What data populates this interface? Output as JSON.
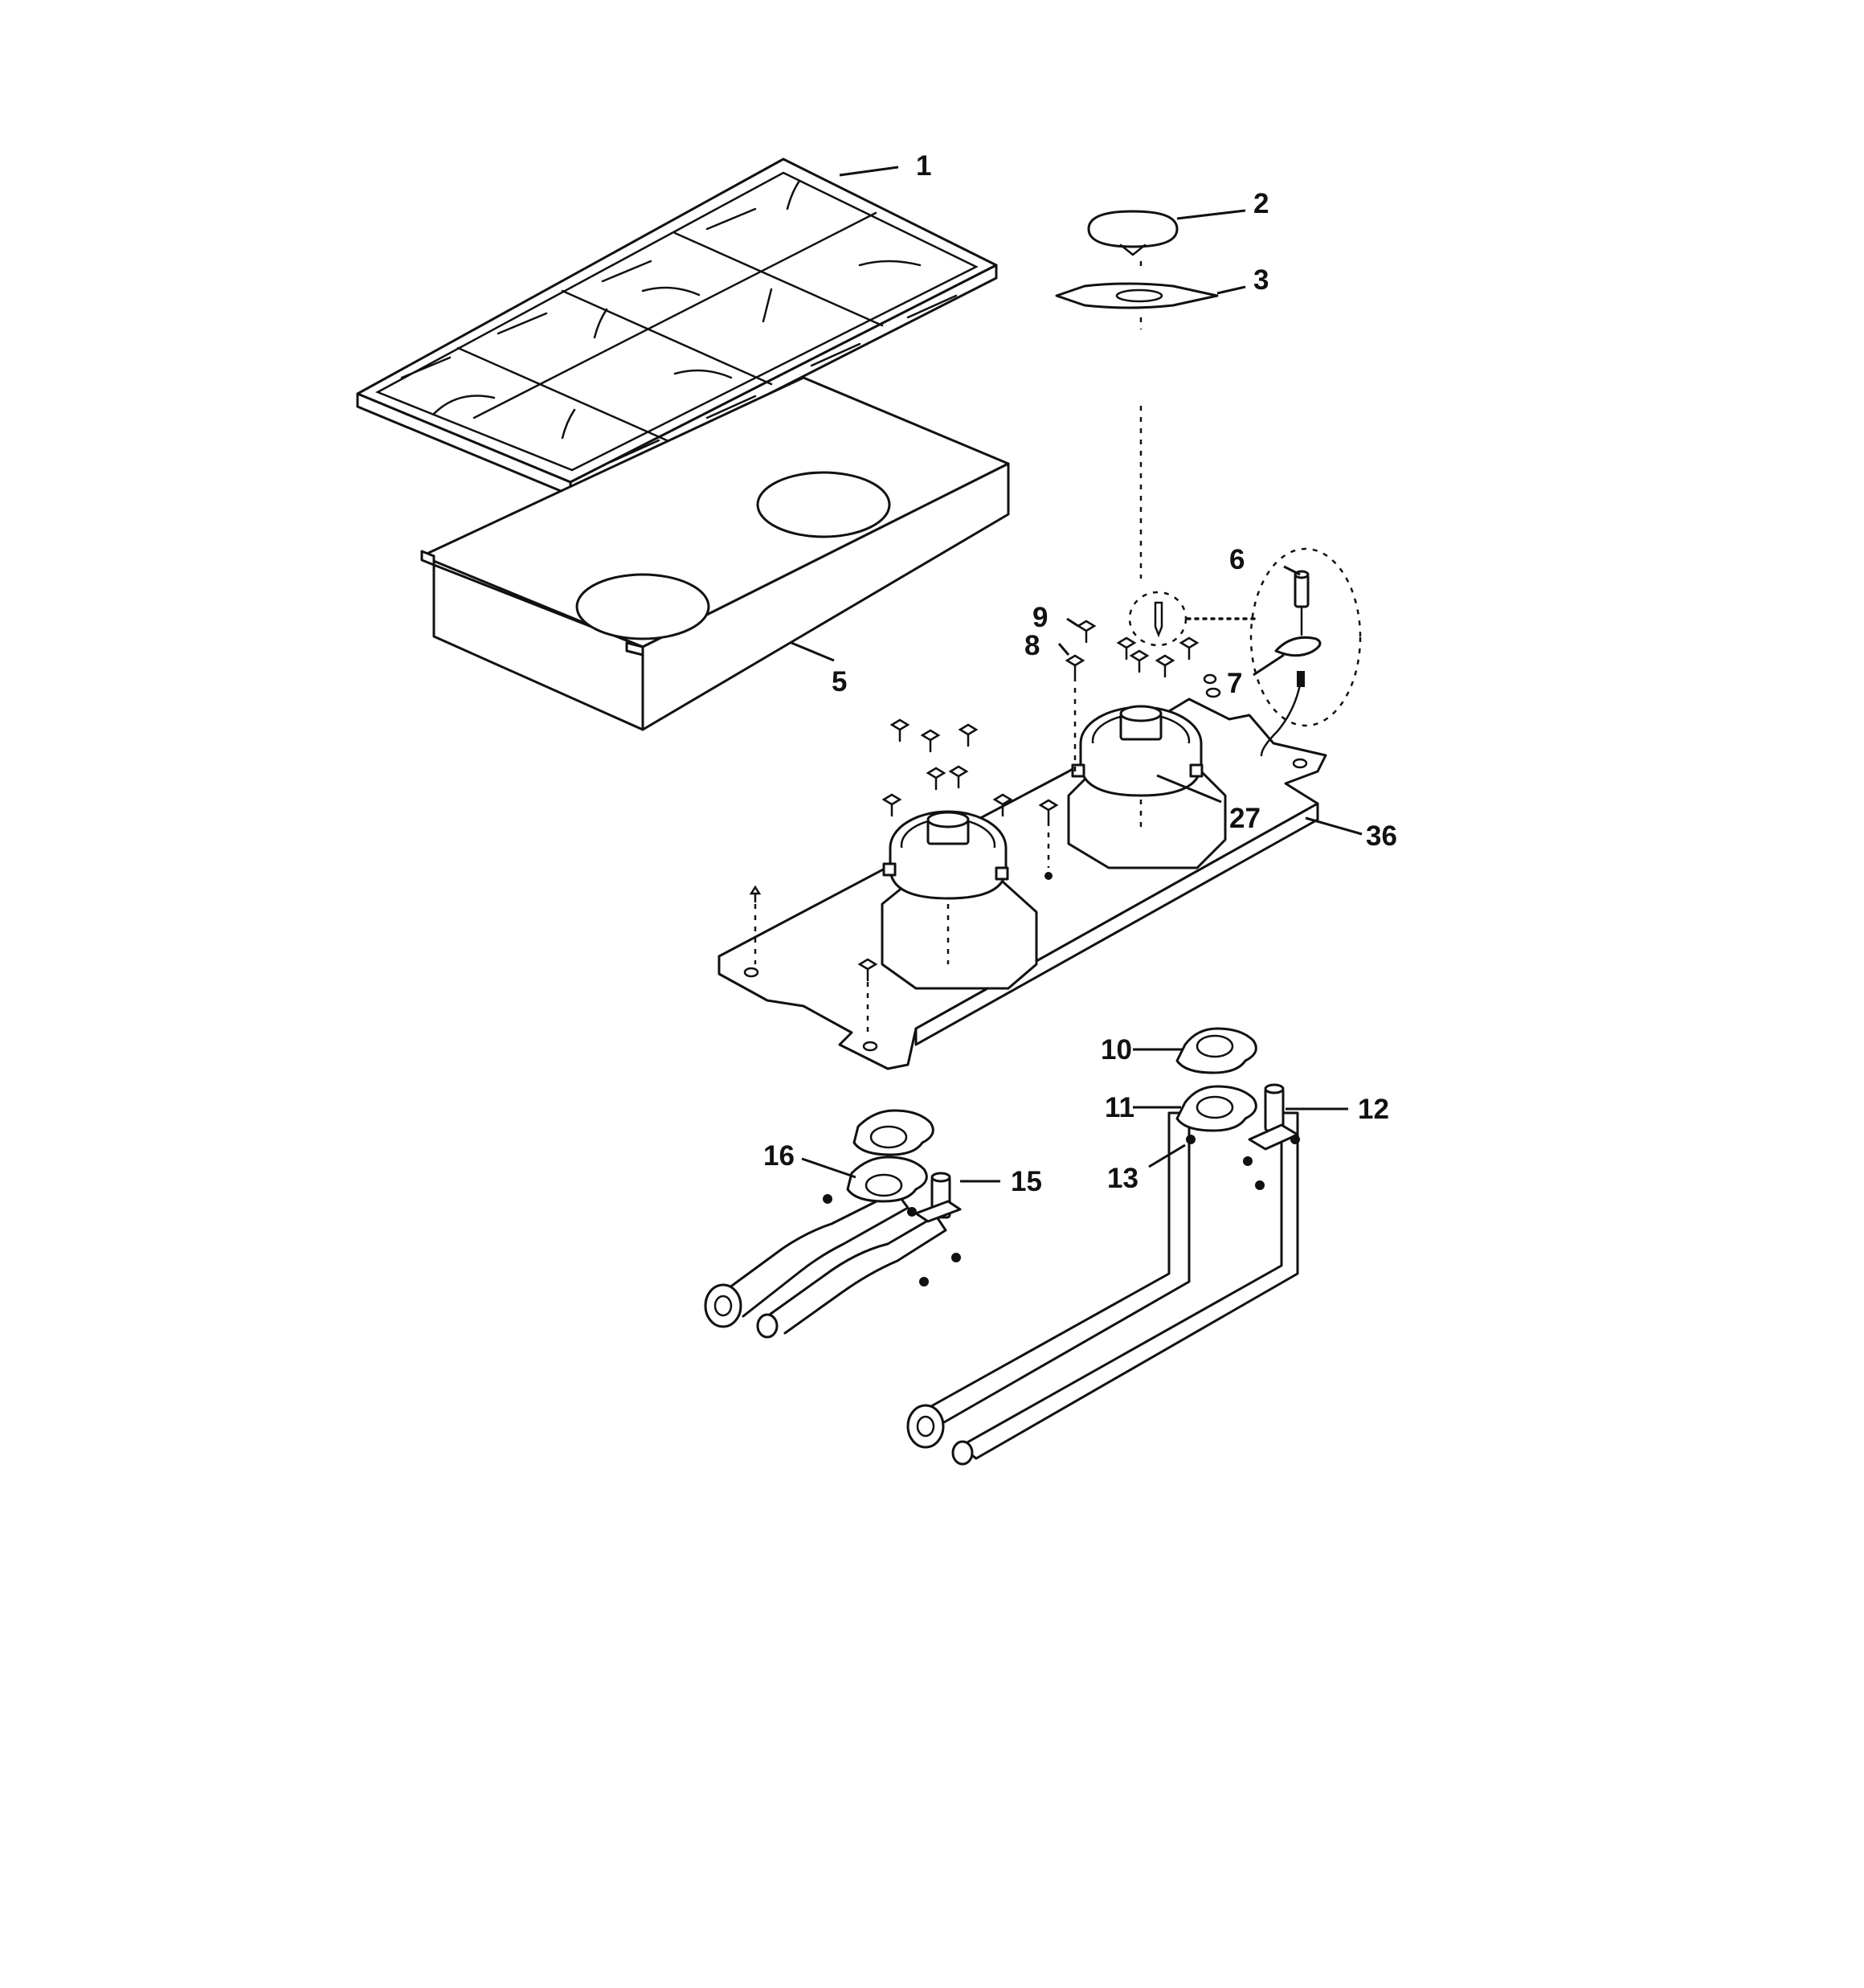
{
  "callouts": [
    {
      "id": "p1",
      "text": "1"
    },
    {
      "id": "p2",
      "text": "2"
    },
    {
      "id": "p3",
      "text": "3"
    },
    {
      "id": "p5",
      "text": "5"
    },
    {
      "id": "p6",
      "text": "6"
    },
    {
      "id": "p7",
      "text": "7"
    },
    {
      "id": "p8",
      "text": "8"
    },
    {
      "id": "p9",
      "text": "9"
    },
    {
      "id": "p10",
      "text": "10"
    },
    {
      "id": "p11",
      "text": "11"
    },
    {
      "id": "p12",
      "text": "12"
    },
    {
      "id": "p13",
      "text": "13"
    },
    {
      "id": "p15",
      "text": "15"
    },
    {
      "id": "p16",
      "text": "16"
    },
    {
      "id": "p27",
      "text": "27"
    },
    {
      "id": "p36",
      "text": "36"
    }
  ],
  "colors": {
    "line": "#111111",
    "background": "#ffffff"
  }
}
